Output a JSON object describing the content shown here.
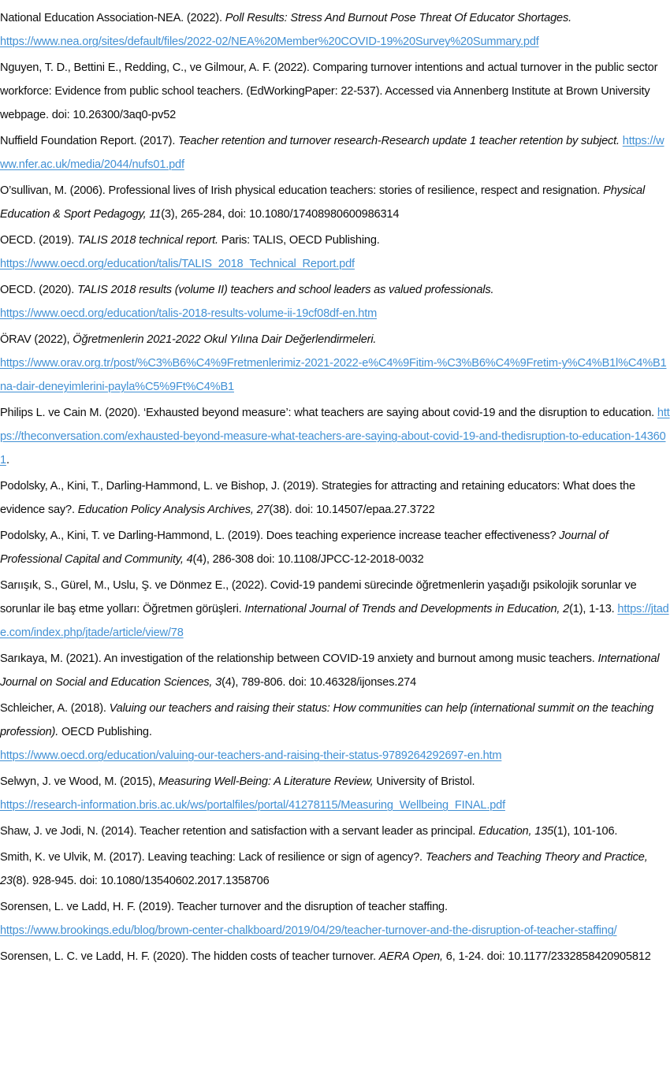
{
  "document": {
    "type": "reference-list",
    "link_color": "#4190d4",
    "text_color": "#0d0d0d",
    "background_color": "#ffffff"
  },
  "references": [
    {
      "id": "nea-2022",
      "segments": [
        {
          "kind": "text",
          "text": "National Education Association-NEA. (2022). "
        },
        {
          "kind": "italic",
          "text": "Poll Results: Stress And Burnout Pose Threat Of Educator Shortages."
        },
        {
          "kind": "break"
        },
        {
          "kind": "link",
          "text": "https://www.nea.org/sites/default/files/2022-02/NEA%20Member%20COVID-19%20Survey%20Summary.pdf"
        }
      ]
    },
    {
      "id": "nguyen-2022",
      "segments": [
        {
          "kind": "text",
          "text": "Nguyen, T. D., Bettini E., Redding, C., ve Gilmour, A. F. (2022). Comparing turnover intentions and actual turnover in the public sector workforce: Evidence from public school teachers. (EdWorkingPaper: 22-537). Accessed via Annenberg Institute at Brown University webpage. doi: 10.26300/3aq0-pv52"
        }
      ]
    },
    {
      "id": "nuffield-2017",
      "segments": [
        {
          "kind": "text",
          "text": "Nuffield Foundation Report. (2017). "
        },
        {
          "kind": "italic",
          "text": "Teacher retention and turnover research-Research update 1 teacher retention by subject."
        },
        {
          "kind": "text",
          "text": " "
        },
        {
          "kind": "link",
          "text": "https://www.nfer.ac.uk/media/2044/nufs01.pdf"
        }
      ]
    },
    {
      "id": "osullivan-2006",
      "segments": [
        {
          "kind": "text",
          "text": "O’sullivan, M. (2006). Professional lives of Irish physical education teachers: stories of resilience, respect and resignation. "
        },
        {
          "kind": "italic",
          "text": "Physical Education & Sport Pedagogy, 11"
        },
        {
          "kind": "text",
          "text": "(3), 265-284, doi: 10.1080/17408980600986314"
        }
      ]
    },
    {
      "id": "oecd-2019",
      "segments": [
        {
          "kind": "text",
          "text": "OECD. (2019). "
        },
        {
          "kind": "italic",
          "text": "TALIS 2018 technical report."
        },
        {
          "kind": "text",
          "text": " Paris: TALIS, OECD Publishing."
        },
        {
          "kind": "break"
        },
        {
          "kind": "link",
          "text": "https://www.oecd.org/education/talis/TALIS_2018_Technical_Report.pdf"
        }
      ]
    },
    {
      "id": "oecd-2020",
      "segments": [
        {
          "kind": "text",
          "text": "OECD. (2020). "
        },
        {
          "kind": "italic",
          "text": "TALIS 2018 results (volume II) teachers and school leaders as valued professionals."
        },
        {
          "kind": "break"
        },
        {
          "kind": "link",
          "text": "https://www.oecd.org/education/talis-2018-results-volume-ii-19cf08df-en.htm"
        }
      ]
    },
    {
      "id": "orav-2022",
      "segments": [
        {
          "kind": "text",
          "text": "ÖRAV (2022), "
        },
        {
          "kind": "italic",
          "text": "Öğretmenlerin 2021-2022 Okul Yılına Dair Değerlendirmeleri."
        },
        {
          "kind": "break"
        },
        {
          "kind": "link",
          "text": "https://www.orav.org.tr/post/%C3%B6%C4%9Fretmenlerimiz-2021-2022-e%C4%9Fitim-%C3%B6%C4%9Fretim-y%C4%B1l%C4%B1na-dair-deneyimlerini-payla%C5%9Ft%C4%B1"
        }
      ]
    },
    {
      "id": "philips-cain-2020",
      "segments": [
        {
          "kind": "text",
          "text": "Philips L. ve Cain M. (2020). ‘Exhausted beyond measure’: what teachers are saying about covid-19 and the disruption to education. "
        },
        {
          "kind": "link",
          "text": "https://theconversation.com/exhausted-beyond-measure-what-teachers-are-saying-about-covid-19-and-thedisruption-to-education-143601"
        },
        {
          "kind": "text",
          "text": "."
        }
      ]
    },
    {
      "id": "podolsky-2019a",
      "segments": [
        {
          "kind": "text",
          "text": "Podolsky, A., Kini, T., Darling-Hammond, L. ve Bishop, J.  (2019). Strategies for attracting and retaining educators: What does the evidence say?. "
        },
        {
          "kind": "italic",
          "text": "Education Policy Analysis Archives, 27"
        },
        {
          "kind": "text",
          "text": "(38). doi: 10.14507/epaa.27.3722"
        }
      ]
    },
    {
      "id": "podolsky-2019b",
      "segments": [
        {
          "kind": "text",
          "text": "Podolsky, A., Kini, T. ve Darling-Hammond, L. (2019). Does teaching experience increase teacher effectiveness? "
        },
        {
          "kind": "italic",
          "text": "Journal of Professional Capital and Community, 4"
        },
        {
          "kind": "text",
          "text": "(4), 286-308 doi: 10.1108/JPCC-12-2018-0032"
        }
      ]
    },
    {
      "id": "sarisik-2022",
      "segments": [
        {
          "kind": "text",
          "text": "Sarıışık, S., Gürel, M., Uslu, Ş. ve Dönmez E., (2022). Covid-19 pandemi sürecinde öğretmenlerin yaşadığı psikolojik sorunlar ve sorunlar ile baş etme yolları: Öğretmen görüşleri. "
        },
        {
          "kind": "italic",
          "text": "International Journal of Trends and Developments in Education, 2"
        },
        {
          "kind": "text",
          "text": "(1), 1-13. "
        },
        {
          "kind": "link",
          "text": "https://jtade.com/index.php/jtade/article/view/78"
        }
      ]
    },
    {
      "id": "sarikaya-2021",
      "segments": [
        {
          "kind": "text",
          "text": "Sarıkaya, M. (2021). An investigation of the relationship between COVID-19 anxiety and burnout among music teachers. "
        },
        {
          "kind": "italic",
          "text": "International Journal on Social and Education Sciences, 3"
        },
        {
          "kind": "text",
          "text": "(4), 789-806. doi: 10.46328/ijonses.274"
        }
      ]
    },
    {
      "id": "schleicher-2018",
      "segments": [
        {
          "kind": "text",
          "text": "Schleicher, A. (2018). "
        },
        {
          "kind": "italic",
          "text": "Valuing our teachers and raising their status: How communities can help (international summit on the teaching profession)."
        },
        {
          "kind": "text",
          "text": " OECD Publishing."
        },
        {
          "kind": "break"
        },
        {
          "kind": "link",
          "text": "https://www.oecd.org/education/valuing-our-teachers-and-raising-their-status-9789264292697-en.htm"
        }
      ]
    },
    {
      "id": "selwyn-wood-2015",
      "segments": [
        {
          "kind": "text",
          "text": "Selwyn, J. ve Wood, M. (2015), "
        },
        {
          "kind": "italic",
          "text": "Measuring Well-Being: A Literature Review,"
        },
        {
          "kind": "text",
          "text": " University of Bristol."
        },
        {
          "kind": "break"
        },
        {
          "kind": "link",
          "text": "https://research-information.bris.ac.uk/ws/portalfiles/portal/41278115/Measuring_Wellbeing_FINAL.pdf"
        }
      ]
    },
    {
      "id": "shaw-jodi-2014",
      "segments": [
        {
          "kind": "text",
          "text": "Shaw, J. ve Jodi, N. (2014). Teacher retention and satisfaction with a servant leader as principal. "
        },
        {
          "kind": "italic",
          "text": "Education, 135"
        },
        {
          "kind": "text",
          "text": "(1), 101-106."
        }
      ]
    },
    {
      "id": "smith-ulvik-2017",
      "segments": [
        {
          "kind": "text",
          "text": "Smith, K. ve Ulvik, M. (2017). Leaving teaching: Lack of resilience or sign of agency?. "
        },
        {
          "kind": "italic",
          "text": "Teachers and Teaching Theory and Practice, 23"
        },
        {
          "kind": "text",
          "text": "(8). 928-945. doi: 10.1080/13540602.2017.1358706"
        }
      ]
    },
    {
      "id": "sorensen-ladd-2019",
      "segments": [
        {
          "kind": "text",
          "text": "Sorensen, L. ve Ladd, H. F. (2019). Teacher turnover and the disruption of teacher staffing."
        },
        {
          "kind": "break"
        },
        {
          "kind": "link",
          "text": "https://www.brookings.edu/blog/brown-center-chalkboard/2019/04/29/teacher-turnover-and-the-disruption-of-teacher-staffing/"
        }
      ]
    },
    {
      "id": "sorensen-ladd-2020",
      "segments": [
        {
          "kind": "text",
          "text": "Sorensen, L. C. ve Ladd, H. F. (2020). The hidden costs of teacher turnover. "
        },
        {
          "kind": "italic",
          "text": "AERA Open,"
        },
        {
          "kind": "text",
          "text": " 6, 1-24. doi: 10.1177/2332858420905812"
        }
      ]
    }
  ]
}
